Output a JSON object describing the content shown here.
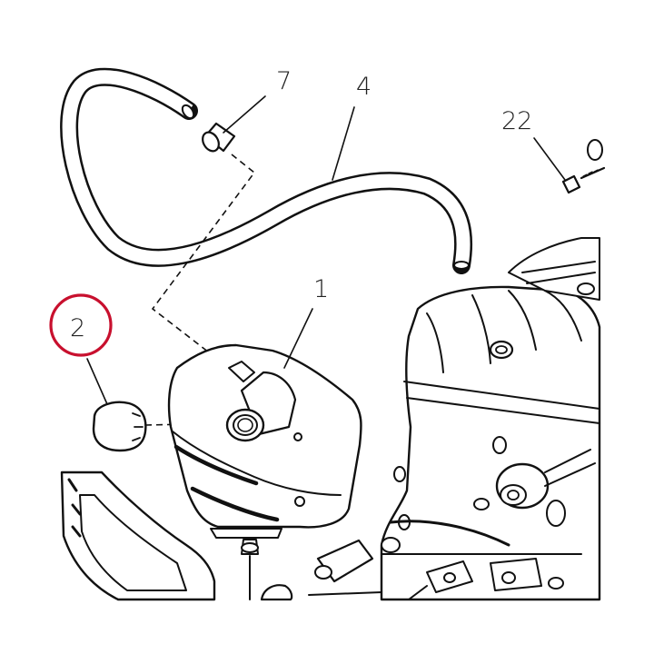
{
  "callouts": [
    {
      "id": "1",
      "label": "1"
    },
    {
      "id": "2",
      "label": "2"
    },
    {
      "id": "4",
      "label": "4"
    },
    {
      "id": "7",
      "label": "7"
    },
    {
      "id": "22",
      "label": "22"
    }
  ],
  "highlight": {
    "target": "2",
    "color": "#c8102e"
  },
  "colors": {
    "line": "#111111",
    "background": "#ffffff"
  }
}
